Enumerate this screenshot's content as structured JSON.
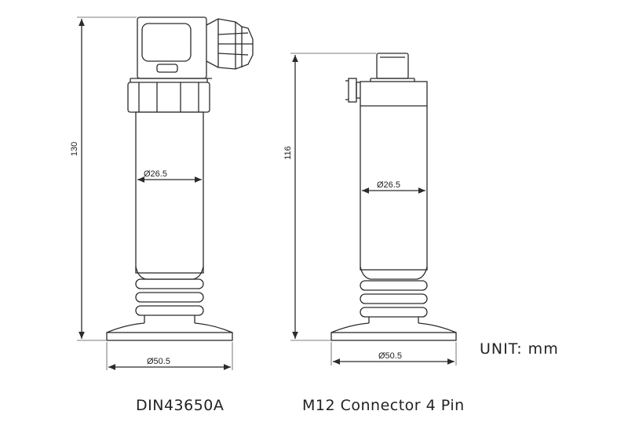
{
  "left_drawing": {
    "height_label": "130",
    "diameter_label": "Ø26.5",
    "flange_label": "Ø50.5",
    "caption": "DIN43650A"
  },
  "right_drawing": {
    "height_label": "116",
    "diameter_label": "Ø26.5",
    "flange_label": "Ø50.5",
    "caption": "M12 Connector 4 Pin"
  },
  "unit_label": "UNIT:  mm",
  "colors": {
    "line": "#2b2b2b",
    "background": "#ffffff"
  }
}
